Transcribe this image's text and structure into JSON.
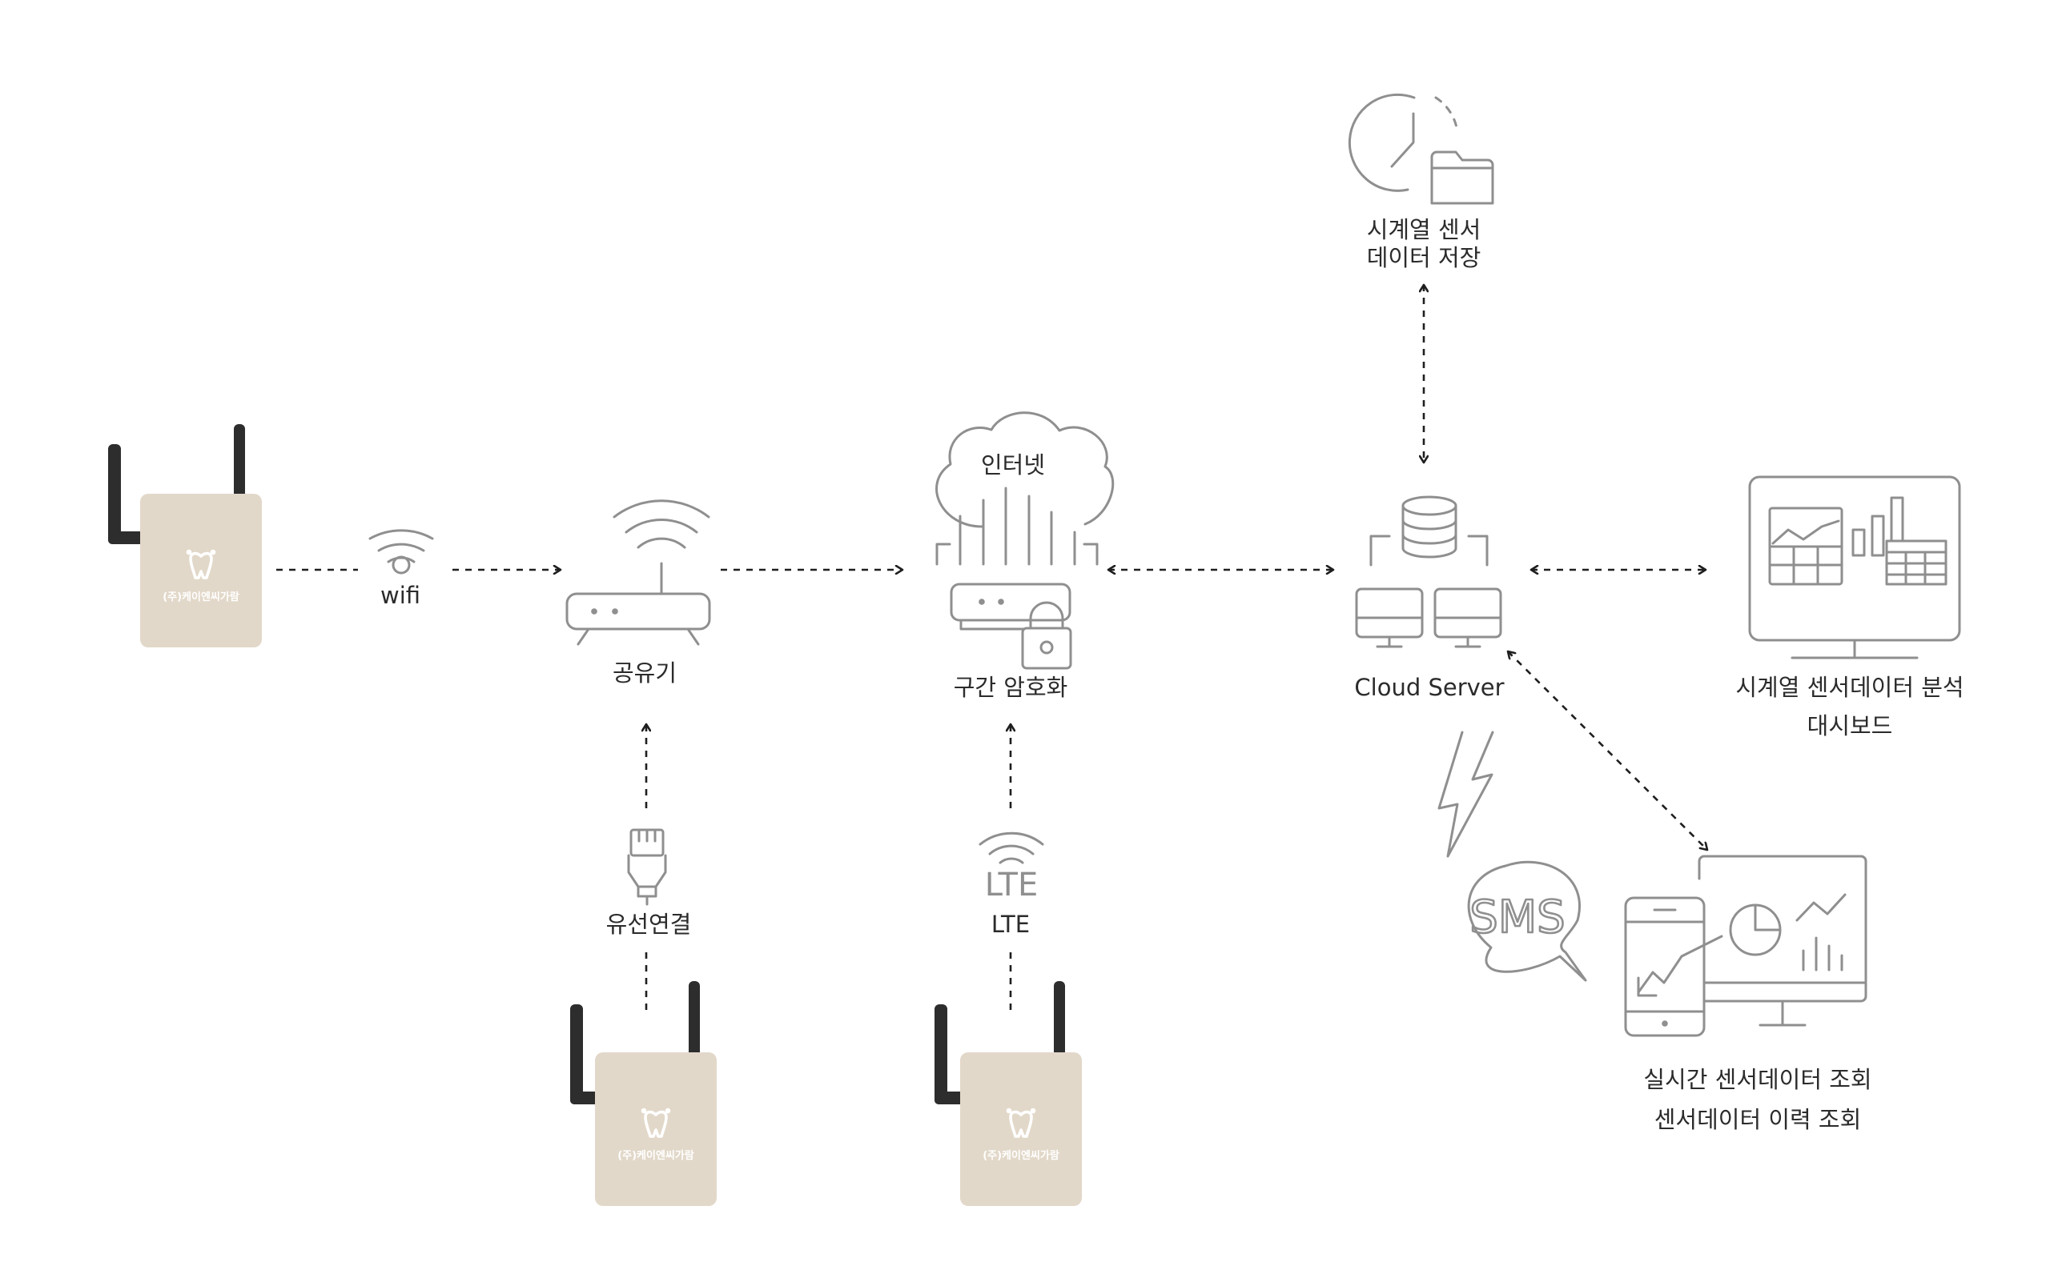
{
  "colors": {
    "device_body": "#e2d8c9",
    "antenna": "#2d2d2d",
    "icon_stroke": "#8f8f8f",
    "label_text": "#2b2b2b",
    "connector": "#1f1f1f",
    "background": "#ffffff"
  },
  "device": {
    "logo_text": "(주)케이엔씨가람",
    "logo_icon": "tooth-logo-icon"
  },
  "labels": {
    "wifi": "wifi",
    "router": "공유기",
    "internet": "인터넷",
    "encryption": "구간 암호화",
    "wired": "유선연결",
    "lte_icon": "LTE",
    "lte": "LTE",
    "storage_line1": "시계열 센서",
    "storage_line2": "데이터 저장",
    "cloud_server": "Cloud Server",
    "dashboard_line1": "시계열 센서데이터 분석",
    "dashboard_line2": "대시보드",
    "sms": "SMS",
    "realtime_line1": "실시간 센서데이터 조회",
    "realtime_line2": "센서데이터 이력 조회"
  },
  "icons": [
    "wifi-icon",
    "router-icon",
    "cloud-icon",
    "lock-icon",
    "ethernet-plug-icon",
    "lte-signal-icon",
    "clock-icon",
    "folder-icon",
    "database-icon",
    "server-monitor-icon",
    "dashboard-monitor-icon",
    "lightning-icon",
    "sms-bubble-icon",
    "mobile-phone-icon",
    "pie-chart-icon"
  ]
}
